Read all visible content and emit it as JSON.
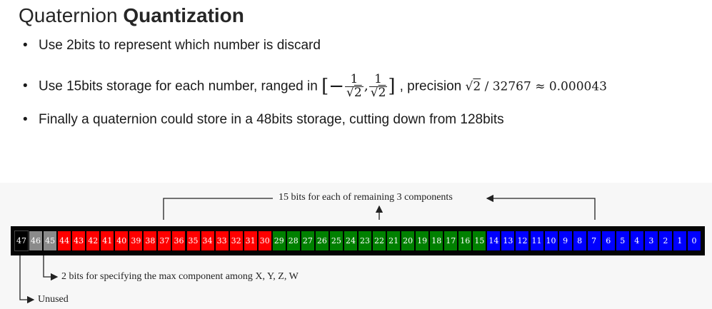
{
  "title": {
    "part1": "Quaternion",
    "part2": "Quantization"
  },
  "bullets": {
    "b1": "Use 2bits to represent which number is discard",
    "b2_prefix": "Use 15bits storage for each number, ranged in",
    "b2_open": "[−",
    "b2_num1": "1",
    "b2_den1": "2",
    "b2_num2": "1",
    "b2_den2": "2",
    "b2_close": "]",
    "b2_mid": ", precision",
    "b2_prec_rad": "2",
    "b2_prec_rest": "/ 32767 ≈ 0.000043",
    "b3": "Finally a quaternion could store in a 48bits storage, cutting down from 128bits",
    "dot": "•",
    "sqrt": "√"
  },
  "diagram": {
    "top_label": "15 bits for each of remaining 3 components",
    "mid_label": "2 bits for specifying the max component among X, Y, Z, W",
    "bottom_label": "Unused",
    "bits": [
      47,
      46,
      45,
      44,
      43,
      42,
      41,
      40,
      39,
      38,
      37,
      36,
      35,
      34,
      33,
      32,
      31,
      30,
      29,
      28,
      27,
      26,
      25,
      24,
      23,
      22,
      21,
      20,
      19,
      18,
      17,
      16,
      15,
      14,
      13,
      12,
      11,
      10,
      9,
      8,
      7,
      6,
      5,
      4,
      3,
      2,
      1,
      0
    ],
    "colors": {
      "unused": "#000000",
      "flag": "#8a8a8a",
      "red": "#ff0000",
      "green": "#008000",
      "blue": "#0000ff"
    }
  }
}
